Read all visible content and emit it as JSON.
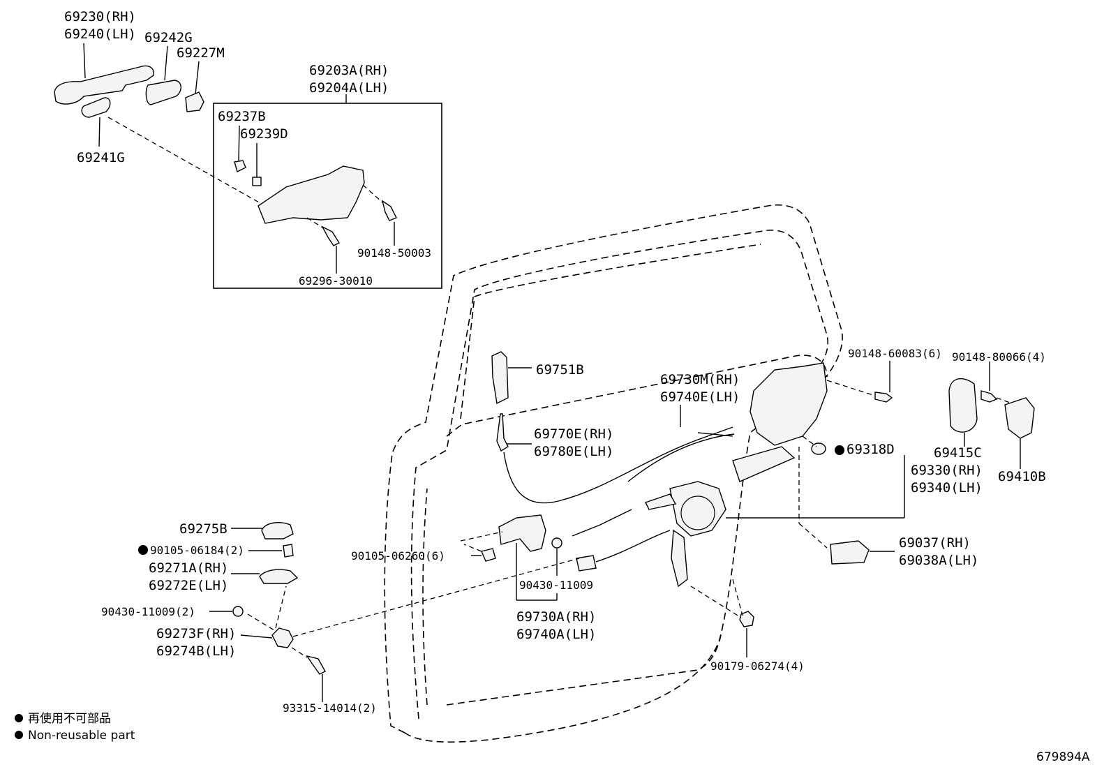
{
  "diagram": {
    "ref_code": "679894A",
    "legend": {
      "jp": "再使用不可部品",
      "en": "Non-reusable part"
    },
    "labels": {
      "p69230": "69230(RH)",
      "p69240": "69240(LH)",
      "p69242g": "69242G",
      "p69227m": "69227M",
      "p69241g": "69241G",
      "p69203a": "69203A(RH)",
      "p69204a": "69204A(LH)",
      "p69237b": "69237B",
      "p69239d": "69239D",
      "p90148_50003": "90148-50003",
      "p69296": "69296-30010",
      "p69751b": "69751B",
      "p69770e": "69770E(RH)",
      "p69780e": "69780E(LH)",
      "p69730m": "69730M(RH)",
      "p69740e": "69740E(LH)",
      "p90148_60083": "90148-60083(6)",
      "p90148_80066": "90148-80066(4)",
      "p69318d": "69318D",
      "p69330": "69330(RH)",
      "p69340": "69340(LH)",
      "p69415c": "69415C",
      "p69410b": "69410B",
      "p69037": "69037(RH)",
      "p69038a": "69038A(LH)",
      "p90179": "90179-06274(4)",
      "p69275b": "69275B",
      "p90105_06184": "90105-06184(2)",
      "p69271a": "69271A(RH)",
      "p69272e": "69272E(LH)",
      "p90430_2": "90430-11009(2)",
      "p69273f": "69273F(RH)",
      "p69274b": "69274B(LH)",
      "p93315": "93315-14014(2)",
      "p90105_06260": "90105-06260(6)",
      "p90430": "90430-11009",
      "p69730a": "69730A(RH)",
      "p69740a": "69740A(LH)"
    }
  }
}
